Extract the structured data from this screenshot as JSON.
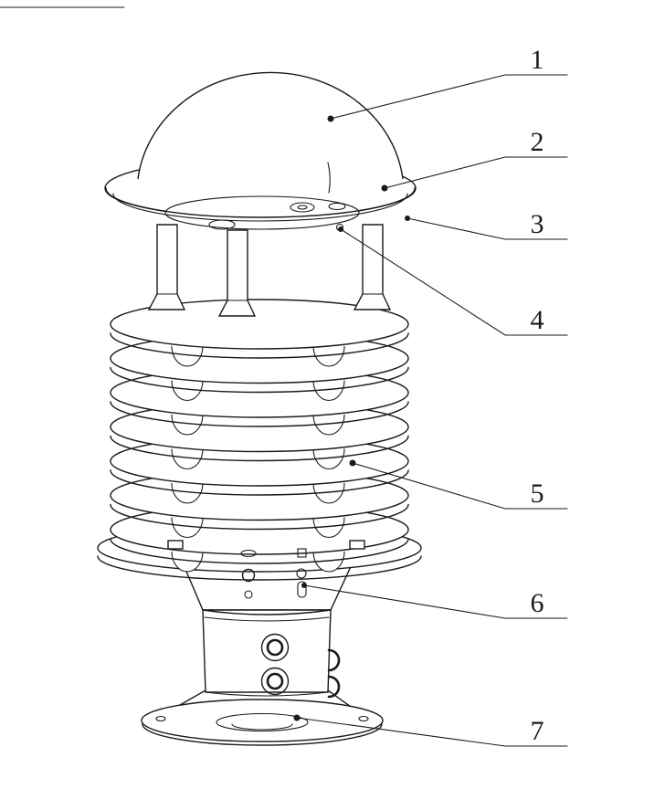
{
  "figure": {
    "background": "#ffffff",
    "line_color": "#1a1a1a",
    "callouts": [
      {
        "label": "1"
      },
      {
        "label": "2"
      },
      {
        "label": "3"
      },
      {
        "label": "4"
      },
      {
        "label": "5"
      },
      {
        "label": "6"
      },
      {
        "label": "7"
      }
    ]
  }
}
